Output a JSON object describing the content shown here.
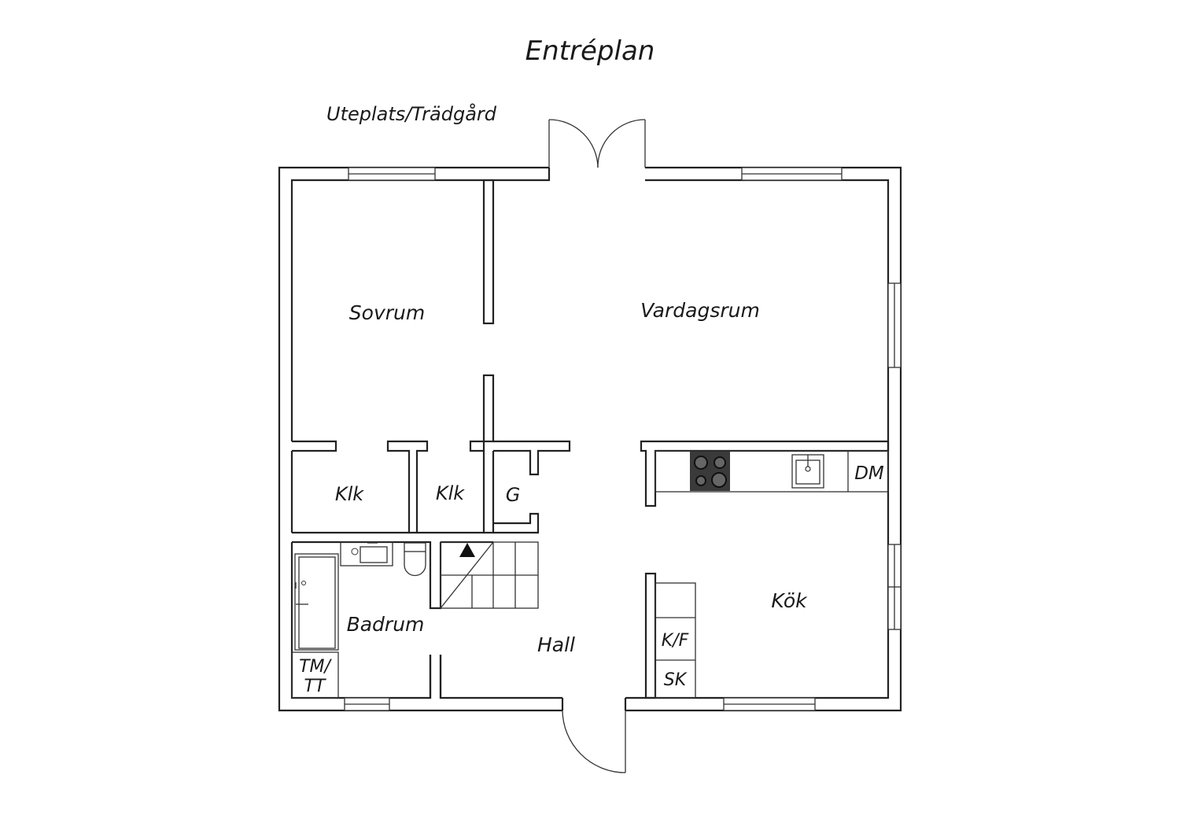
{
  "title": "Entréplan",
  "outside_label": "Uteplats/Trädgård",
  "rooms": {
    "sovrum": "Sovrum",
    "vardagsrum": "Vardagsrum",
    "klk1": "Klk",
    "klk2": "Klk",
    "g": "G",
    "dm": "DM",
    "kok": "Kök",
    "badrum": "Badrum",
    "hall": "Hall",
    "kf": "K/F",
    "sk": "SK",
    "tm": "TM/",
    "tt": "TT"
  },
  "icons": {
    "stove": "stove-icon",
    "sink": "kitchen-sink-icon",
    "bathtub": "bathtub-icon",
    "toilet": "toilet-icon",
    "washbasin": "washbasin-icon",
    "stairs": "stairs-icon"
  },
  "colors": {
    "line": "#222222",
    "stove": "#3a3a3a"
  }
}
